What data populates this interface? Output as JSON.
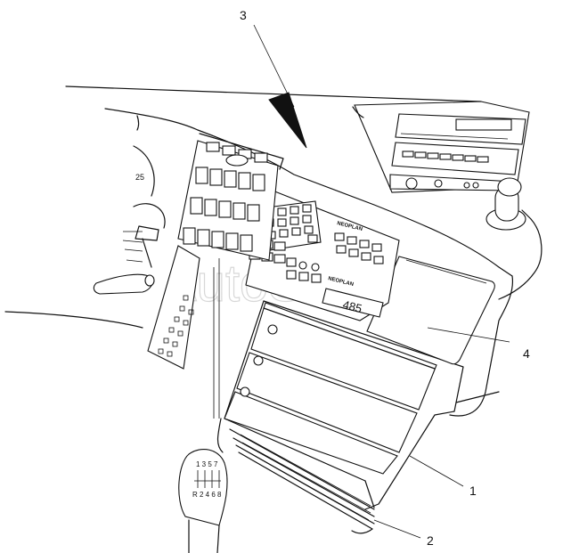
{
  "callouts": [
    "3",
    "4",
    "1",
    "2"
  ],
  "brand_label": "NEOPLAN",
  "display_readout": "485",
  "gear_numbers_top": "1 3 5 7",
  "gear_numbers_bottom": "R 2 4 6 8",
  "gauge_value": "25",
  "watermark": "AutoSoft"
}
